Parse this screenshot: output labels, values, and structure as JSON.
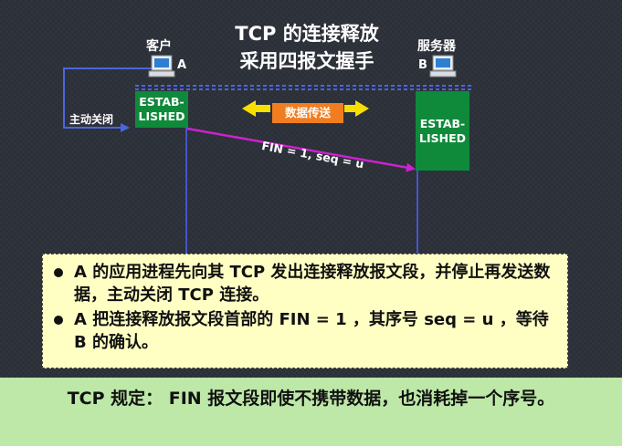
{
  "title": {
    "line1": "TCP  的连接释放",
    "line2": "采用四报文握手"
  },
  "client": {
    "name": "客户",
    "tag": "A",
    "state_line1": "ESTAB-",
    "state_line2": "LISHED",
    "action_label": "主动关闭"
  },
  "server": {
    "name": "服务器",
    "tag": "B",
    "state_line1": "ESTAB-",
    "state_line2": "LISHED"
  },
  "data_transfer_label": "数据传送",
  "message": {
    "label": "FIN = 1, seq = u"
  },
  "note": {
    "items": [
      "A  的应用进程先向其  TCP  发出连接释放报文段，并停止再发送数据，主动关闭  TCP  连接。",
      "A  把连接释放报文段首部的  FIN = 1 ，其序号 seq = u ，等待  B  的确认。"
    ]
  },
  "rule": "TCP 规定： FIN  报文段即使不携带数据，也消耗掉一个序号。",
  "colors": {
    "state_green": "#0f8a3a",
    "data_orange": "#f07e20",
    "arrow_yellow": "#f7e000",
    "message_magenta": "#cc22cc",
    "timeline_blue": "#4455cc",
    "note_background": "#ffffc4",
    "rule_background": "#bde8a8"
  },
  "icons": {
    "client": "computer-icon",
    "server": "computer-icon"
  }
}
